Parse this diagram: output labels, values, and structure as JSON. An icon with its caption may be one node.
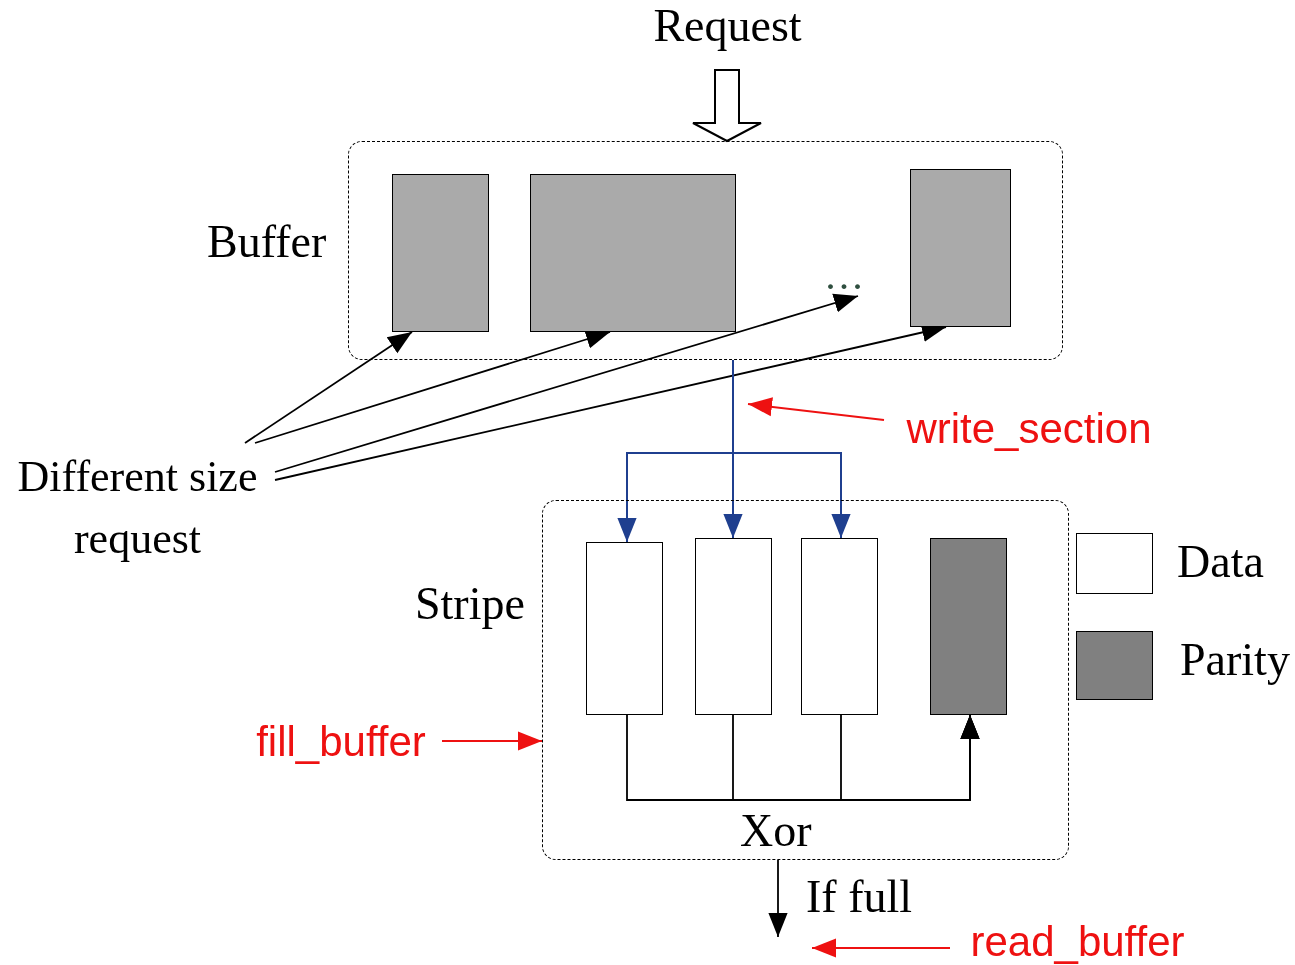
{
  "diagram": {
    "nodes": [
      {
        "text": [
          "Request"
        ]
      },
      {
        "text": [
          "Buffer"
        ]
      },
      {
        "text": [],
        "shape": "box",
        "in": 1
      },
      {
        "text": [],
        "shape": "box",
        "in": 1
      },
      {
        "text": [
          "..."
        ],
        "in": 1
      },
      {
        "text": [],
        "shape": "box",
        "in": 1
      },
      {
        "text": [
          "Different size request"
        ]
      },
      {
        "text": [
          "write_section"
        ]
      },
      {
        "text": [
          "Stripe"
        ]
      },
      {
        "text": [],
        "shape": "box",
        "in": 8
      },
      {
        "text": [],
        "shape": "box",
        "in": 8
      },
      {
        "text": [],
        "shape": "box",
        "in": 8
      },
      {
        "text": [],
        "shape": "box",
        "in": 8
      },
      {
        "text": [
          "fill_buffer"
        ]
      },
      {
        "text": [
          "read_buffer"
        ]
      }
    ],
    "edges": [
      {
        "from": 0,
        "to": 1,
        "arrow": "to",
        "style": "thick"
      },
      {
        "from": 6,
        "to": 2,
        "arrow": "to"
      },
      {
        "from": 6,
        "to": 3,
        "arrow": "to"
      },
      {
        "from": 6,
        "to": 4,
        "arrow": "to"
      },
      {
        "from": 6,
        "to": 5,
        "arrow": "to"
      },
      {
        "from": 1,
        "to": 9,
        "arrow": "to",
        "color": "#1f3f8f"
      },
      {
        "from": 1,
        "to": 10,
        "arrow": "to",
        "color": "#1f3f8f"
      },
      {
        "from": 1,
        "to": 11,
        "arrow": "to",
        "color": "#1f3f8f"
      },
      {
        "from": 7,
        "to": null,
        "arrow": "to",
        "color": "#ee1111"
      },
      {
        "from": 9,
        "to": 12,
        "arrow": "to"
      },
      {
        "from": 10,
        "to": 12,
        "arrow": "to"
      },
      {
        "from": 11,
        "to": 12,
        "arrow": "to"
      },
      {
        "from": 13,
        "to": 8,
        "arrow": "to",
        "color": "#ee1111"
      },
      {
        "from": 8,
        "to": null,
        "arrow": "to",
        "label": "If full"
      },
      {
        "from": 14,
        "to": null,
        "arrow": "to",
        "color": "#ee1111"
      }
    ],
    "labels": [
      "Xor"
    ],
    "legend": [
      {
        "text": "Data",
        "color": "#ffffff"
      },
      {
        "text": "Parity",
        "color": "#808080"
      }
    ]
  }
}
